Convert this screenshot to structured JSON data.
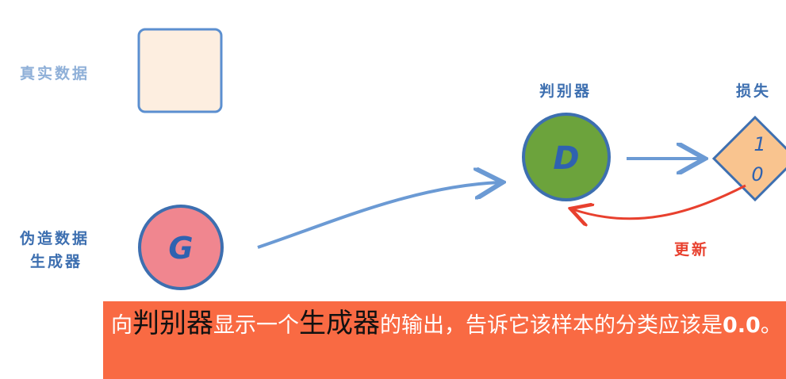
{
  "labels": {
    "real_data": "真实数据",
    "generator_line1": "伪造数据",
    "generator_line2": "生成器",
    "discriminator": "判别器",
    "loss": "损失",
    "update": "更新"
  },
  "nodes": {
    "generator": "G",
    "discriminator": "D",
    "loss_top": "1",
    "loss_bottom": "0"
  },
  "caption": {
    "p1": "向",
    "p2": "判别器",
    "p3": "显示一个",
    "p4": "生成器",
    "p5": "的输出，告诉它该样本的分类应该是",
    "p6": "0.0",
    "p7": "。"
  },
  "colors": {
    "caption_bg": "#f96a43",
    "generator": "#f0868f",
    "discriminator": "#6ca33c",
    "loss": "#f9c48f",
    "real_data": "#fdeee0",
    "outline": "#3d6fb0",
    "update_arrow": "#e8402e"
  }
}
